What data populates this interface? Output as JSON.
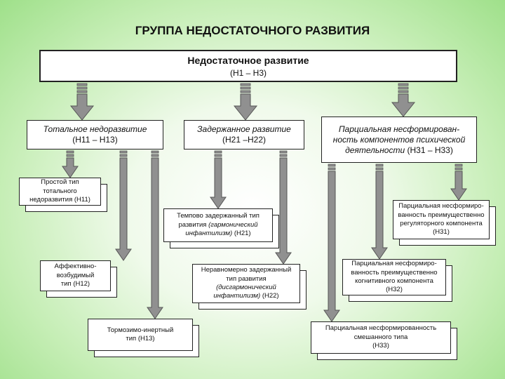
{
  "title": "ГРУППА НЕДОСТАТОЧНОГО РАЗВИТИЯ",
  "root": {
    "name": "Недостаточное развитие",
    "code": "(Н1 – Н3)"
  },
  "categories": [
    {
      "name": "Тотальное недоразвитие",
      "code": "(Н11 – Н13)"
    },
    {
      "name": "Задержанное развитие",
      "code": "(Н21 –Н22)"
    },
    {
      "name_1": "Парциальная несформирован-",
      "name_2": "ность компонентов психической",
      "name_3": "деятельности",
      "code": "(Н31 – Н33)"
    }
  ],
  "types": {
    "h11": {
      "line1": "Простой тип",
      "line2": "тотального",
      "line3": "недоразвития (Н11)"
    },
    "h12": {
      "line1": "Аффективно-",
      "line2": "возбудимый",
      "line3": "тип (Н12)"
    },
    "h13": {
      "line1": "Тормозимо-инертный",
      "line2": "тип (Н13)"
    },
    "h21": {
      "line1": "Темпово задержанный тип",
      "line2": "развития",
      "italic": "(гармонический инфантилизм)",
      "code": "(Н21)"
    },
    "h22": {
      "line1": "Неравномерно задержанный",
      "line2": "тип развития",
      "italic": "(дисгармонический инфантилизм)",
      "code": "(Н22)"
    },
    "h31": {
      "line1": "Парциальная несформиро-",
      "line2": "ванность преимущественно",
      "line3": "регуляторного компонента",
      "line4": "(Н31)"
    },
    "h32": {
      "line1": "Парциальная несформиро-",
      "line2": "ванность преимущественно",
      "line3": "когнитивного компонента",
      "line4": "(Н32)"
    },
    "h33": {
      "line1": "Парциальная несформированность",
      "line2": "смешанного типа",
      "line3": "(Н33)"
    }
  },
  "colors": {
    "arrow": "#909090",
    "border": "#222222",
    "box": "#ffffff"
  }
}
